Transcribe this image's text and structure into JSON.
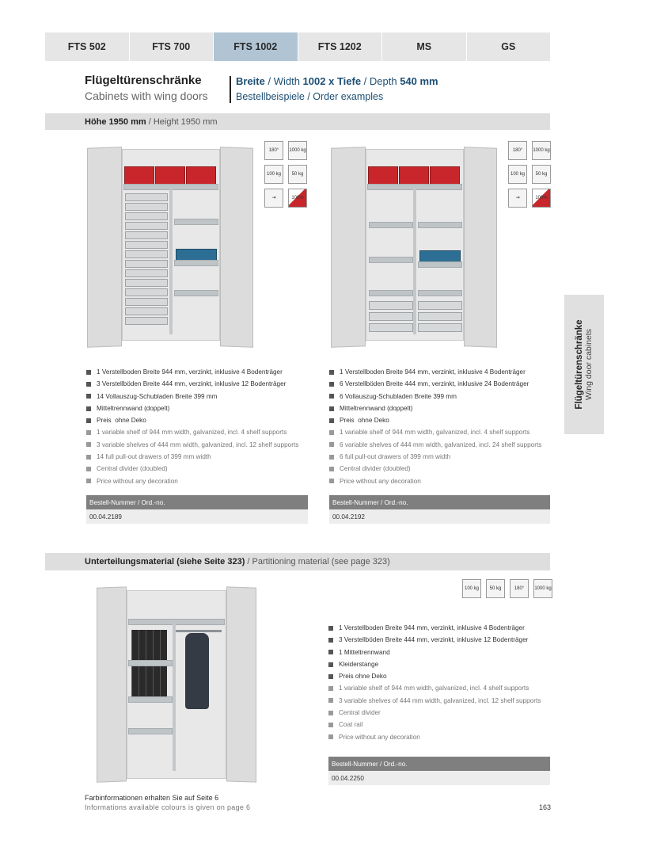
{
  "tabs": [
    {
      "label": "FTS 502",
      "active": false
    },
    {
      "label": "FTS 700",
      "active": false
    },
    {
      "label": "FTS 1002",
      "active": true
    },
    {
      "label": "FTS 1202",
      "active": false
    },
    {
      "label": "MS",
      "active": false
    },
    {
      "label": "GS",
      "active": false
    }
  ],
  "header": {
    "title": "Flügeltürenschränke",
    "subtitle": "Cabinets with wing doors",
    "dim_breite": "Breite",
    "dim_sep1": " / Width ",
    "dim_width_value": "1002 x",
    "dim_tiefe": "Tiefe",
    "dim_sep2": " / Depth ",
    "dim_depth_value": "540 mm",
    "examples": "Bestellbeispiele / Order examples"
  },
  "height_bar": {
    "bold": "Höhe 1950 mm",
    "light": " / Height 1950 mm"
  },
  "icons": {
    "rotate_180": "180°",
    "load_1000": "1000 kg",
    "load_100": "100 kg",
    "load_50": "50 kg",
    "percent_100": "100%"
  },
  "products": [
    {
      "items_de": [
        "1 Verstellboden Breite 944 mm, verzinkt, inklusive 4 Bodenträger",
        "3 Verstellböden Breite 444 mm, verzinkt, inklusive 12 Bodenträger",
        "14 Vollauszug-Schubladen Breite 399 mm",
        "Mitteltrennwand (doppelt)",
        "Preis  ohne Deko"
      ],
      "items_en": [
        "1 variable shelf of 944 mm width, galvanized, incl. 4 shelf supports",
        "3 variable shelves of 444 mm width, galvanized, incl. 12 shelf supports",
        "14 full pull-out drawers of 399 mm width",
        "Central divider (doubled)",
        "Price without any decoration"
      ],
      "order_label": "Bestell-Nummer / Ord.-no.",
      "order_no": "00.04.2189"
    },
    {
      "items_de": [
        "1 Verstellboden Breite 944 mm, verzinkt, inklusive 4 Bodenträger",
        "6 Verstellböden Breite 444 mm, verzinkt, inklusive 24 Bodenträger",
        "6 Vollauszug-Schubladen Breite 399 mm",
        "Mitteltrennwand (doppelt)",
        "Preis  ohne Deko"
      ],
      "items_en": [
        "1 variable shelf of 944 mm width, galvanized, incl. 4 shelf supports",
        "6 variable shelves of 444 mm width, galvanized, incl. 24 shelf supports",
        "6 full pull-out drawers of 399 mm width",
        "Central divider (doubled)",
        "Price without any decoration"
      ],
      "order_label": "Bestell-Nummer / Ord.-no.",
      "order_no": "00.04.2192"
    },
    {
      "items_de": [
        "1 Verstellboden Breite 944 mm, verzinkt, inklusive 4 Bodenträger",
        "3 Verstellböden Breite 444 mm, verzinkt, inklusive 12 Bodenträger",
        "1 Mitteltrennwand",
        "Kleiderstange",
        "Preis ohne Deko"
      ],
      "items_en": [
        "1 variable shelf of 944 mm width, galvanized, incl. 4 shelf supports",
        "3 variable shelves of 444 mm width, galvanized, incl. 12 shelf supports",
        "Central divider",
        "Coat rail",
        "Price without any decoration"
      ],
      "order_label": "Bestell-Nummer / Ord.-no.",
      "order_no": "00.04.2250"
    }
  ],
  "partition_bar": {
    "bold": "Unterteilungsmaterial (siehe Seite 323)",
    "light": " / Partitioning material (see page 323)"
  },
  "side_tab": {
    "de": "Flügeltürenschränke",
    "en": "Wing door cabinets"
  },
  "footer": {
    "de": "Farbinformationen erhalten Sie auf Seite 6",
    "en": "Informations available colours is given on page 6",
    "page_number": "163"
  }
}
